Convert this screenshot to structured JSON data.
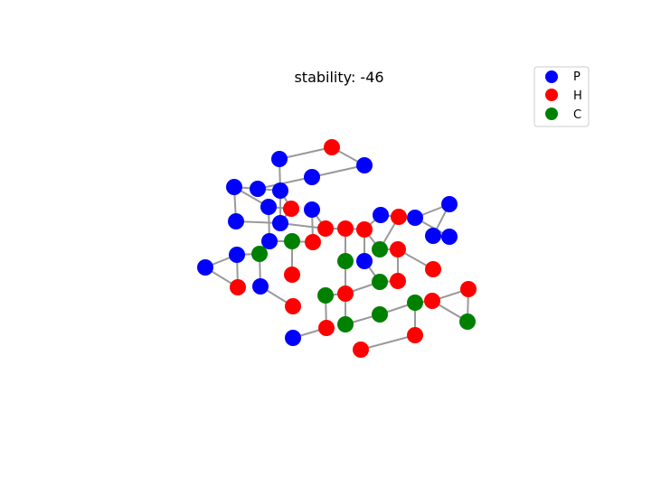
{
  "title": "stability: -46",
  "legend": {
    "items": [
      {
        "label": "P",
        "color": "#0000ff"
      },
      {
        "label": "H",
        "color": "#ff0000"
      },
      {
        "label": "C",
        "color": "#008000"
      }
    ]
  },
  "colors": {
    "edge": "#999999",
    "P": "#0000ff",
    "H": "#ff0000",
    "C": "#008000"
  }
}
